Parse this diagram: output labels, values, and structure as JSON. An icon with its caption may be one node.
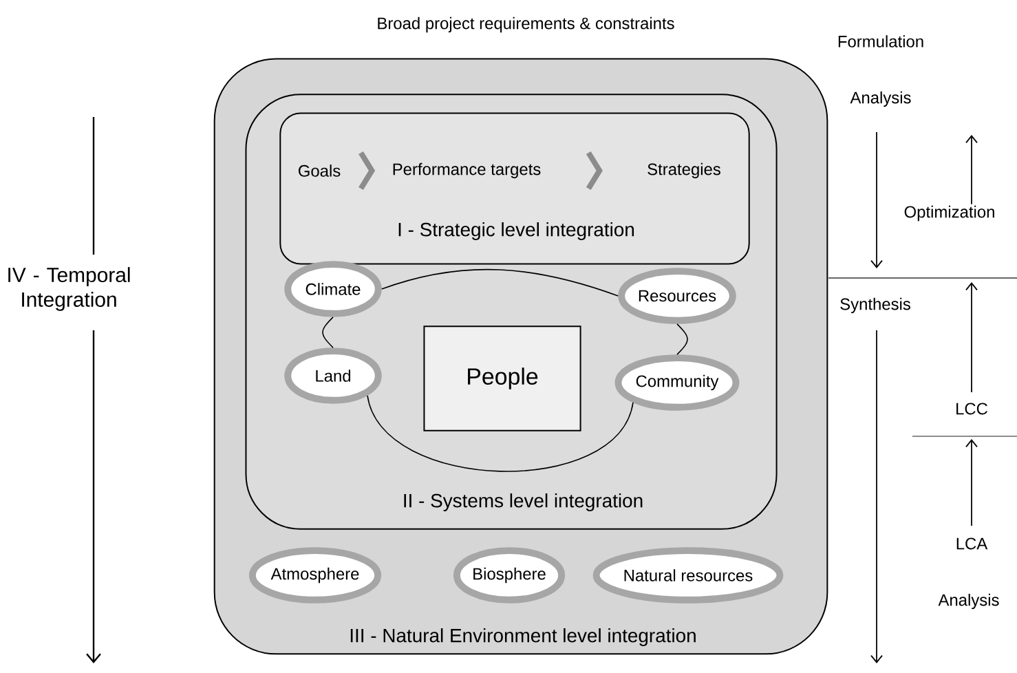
{
  "diagram": {
    "title": "Broad project requirements & constraints",
    "nodes": [
      {
        "text": [
          "III - Natural Environment level integration"
        ]
      },
      {
        "text": [
          "II - Systems level integration"
        ],
        "in": 0
      },
      {
        "text": [
          "I - Strategic level integration"
        ],
        "in": 1
      },
      {
        "text": [
          "Goals"
        ],
        "in": 2
      },
      {
        "text": [
          "Performance targets"
        ],
        "in": 2
      },
      {
        "text": [
          "Strategies"
        ],
        "in": 2
      },
      {
        "text": [
          "Climate"
        ],
        "in": 1
      },
      {
        "text": [
          "Resources"
        ],
        "in": 1
      },
      {
        "text": [
          "People"
        ],
        "in": 1
      },
      {
        "text": [
          "Land"
        ],
        "in": 1
      },
      {
        "text": [
          "Community"
        ],
        "in": 1
      },
      {
        "text": [
          "Atmosphere"
        ],
        "in": 0
      },
      {
        "text": [
          "Biosphere"
        ],
        "in": 0
      },
      {
        "text": [
          "Natural resources"
        ],
        "in": 0
      }
    ],
    "edges": [
      {
        "from": 3,
        "to": 4,
        "arrow": "to",
        "style": "thick",
        "color": "#8c8c8c"
      },
      {
        "from": 4,
        "to": 5,
        "arrow": "to",
        "style": "thick",
        "color": "#8c8c8c"
      },
      {
        "from": 6,
        "to": 7,
        "arrow": "none"
      },
      {
        "from": 6,
        "to": 9,
        "arrow": "none"
      },
      {
        "from": 7,
        "to": 10,
        "arrow": "none"
      },
      {
        "from": 9,
        "to": 10,
        "arrow": "none"
      }
    ],
    "labels": [
      "IV - Temporal Integration",
      "Formulation",
      "Analysis",
      "Optimization",
      "Synthesis",
      "LCC",
      "LCA",
      "Analysis"
    ]
  }
}
